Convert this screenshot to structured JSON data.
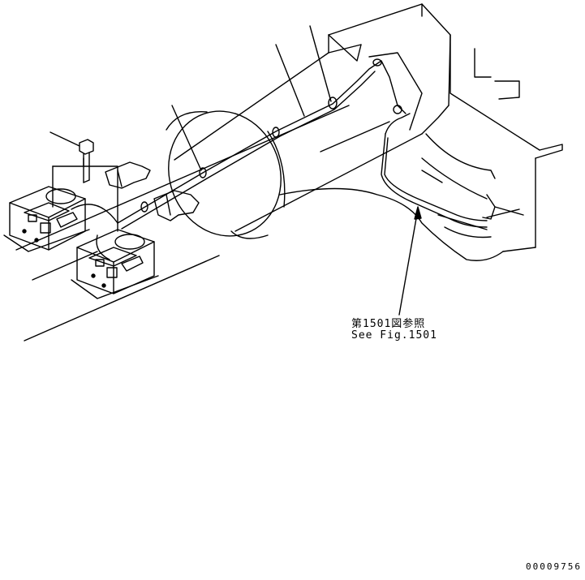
{
  "reference": {
    "jp": "第1501図参照",
    "en": "See Fig.1501"
  },
  "drawing_number": "00009756",
  "colors": {
    "line": "#000000",
    "background": "#ffffff"
  }
}
